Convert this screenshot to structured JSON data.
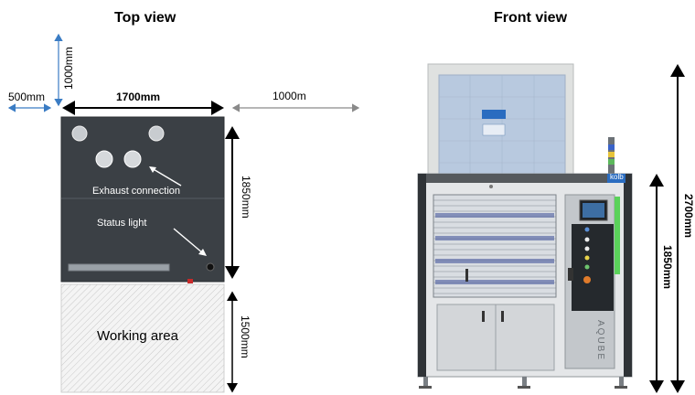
{
  "top_view": {
    "title": "Top view",
    "dim_1000_vertical": "1000mm",
    "dim_500": "500mm",
    "dim_1700": "1700mm",
    "dim_1000_right": "1000m",
    "dim_1850": "1850mm",
    "dim_1500": "1500mm",
    "exhaust_label": "Exhaust connection",
    "status_label": "Status light",
    "working_area_label": "Working area"
  },
  "front_view": {
    "title": "Front view",
    "brand_text": "kolb",
    "dim_1850": "1850mm",
    "dim_top_cut": "2700mm",
    "product_text": "AQUBE"
  }
}
